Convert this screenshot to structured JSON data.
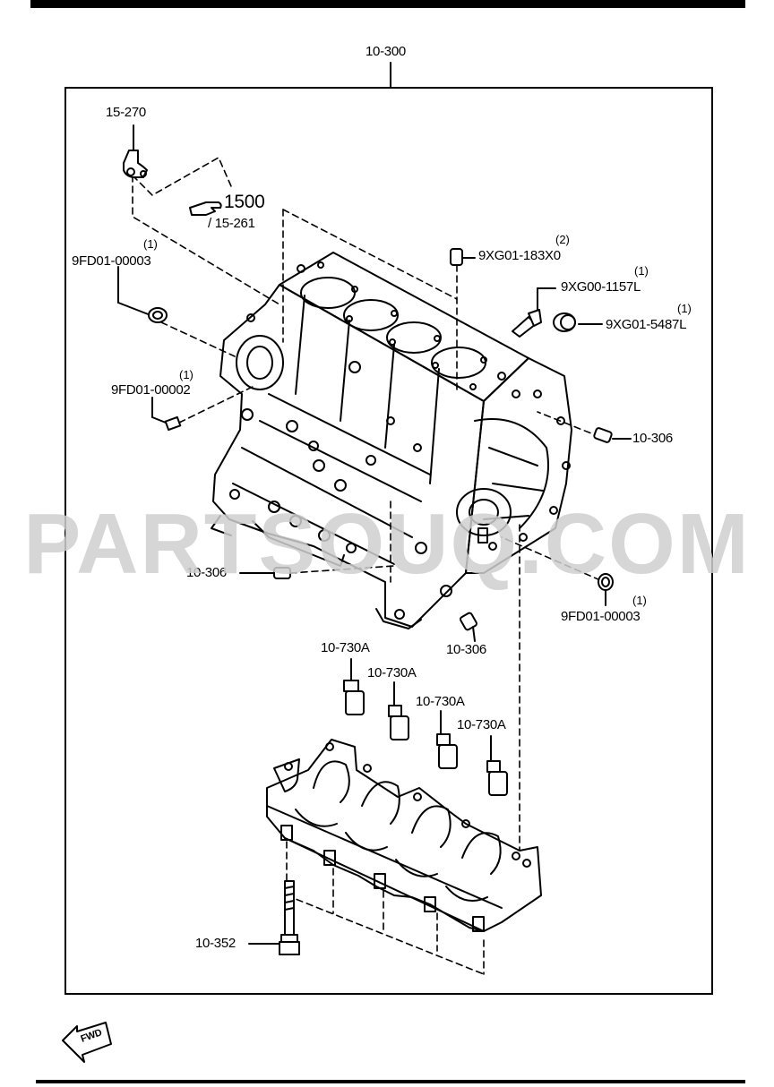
{
  "diagram": {
    "assembly_label": "10-300",
    "labels": {
      "p15_270": "15-270",
      "ref_1500": "1500",
      "ref_15_261": "/ 15-261",
      "p9FD01_00003_top": "9FD01-00003",
      "p9FD01_00003_top_qty": "(1)",
      "p9FD01_00002": "9FD01-00002",
      "p9FD01_00002_qty": "(1)",
      "p9XG01_183X0": "9XG01-183X0",
      "p9XG01_183X0_qty": "(2)",
      "p9XG00_1157L": "9XG00-1157L",
      "p9XG00_1157L_qty": "(1)",
      "p9XG01_5487L": "9XG01-5487L",
      "p9XG01_5487L_qty": "(1)",
      "p10_306_right": "10-306",
      "p10_306_left": "10-306",
      "p10_306_bottom": "10-306",
      "p9FD01_00003_bottom": "9FD01-00003",
      "p9FD01_00003_bottom_qty": "(1)",
      "p10_730A_1": "10-730A",
      "p10_730A_2": "10-730A",
      "p10_730A_3": "10-730A",
      "p10_730A_4": "10-730A",
      "p10_352": "10-352",
      "fwd": "FWD"
    },
    "watermark": "PARTSOUQ.COM",
    "colors": {
      "ink": "#000000",
      "watermark": "#cfcfcf"
    }
  }
}
